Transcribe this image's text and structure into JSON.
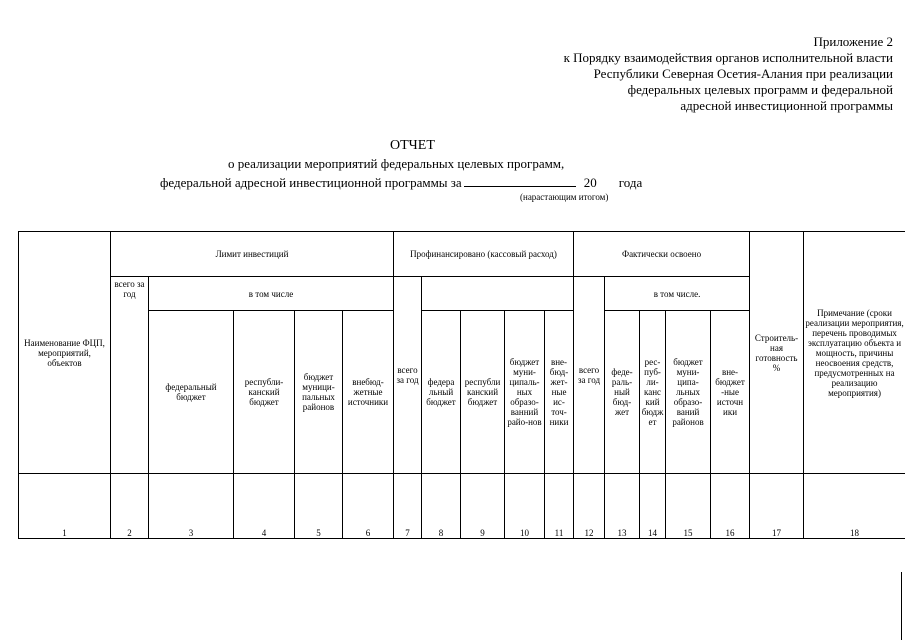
{
  "appendix": {
    "lines": [
      "Приложение 2",
      "к Порядку взаимодействия органов исполнительной власти",
      "Республики Северная Осетия-Алания при реализации",
      "федеральных целевых программ и федеральной",
      "адресной инвестиционной программы"
    ]
  },
  "title": {
    "main": "ОТЧЕТ",
    "line1": "о реализации мероприятий федеральных целевых программ,",
    "line2_prefix": "федеральной адресной инвестиционной программы за",
    "year_prefix": "20",
    "year_suffix": "года",
    "note": "(нарастающим итогом)"
  },
  "table": {
    "headers": {
      "name": "Наименование ФЦП, мероприятий, объектов",
      "limit": "Лимит инвестиций",
      "financed": "Профинансировано (кассовый расход)",
      "actual": "Фактически освоено",
      "readiness": "Строитель-ная готовность %",
      "note": "Примечание (сроки реализации мероприятия, перечень проводимых эксплуатацию объекта и мощность, причины неосвоения средств, предусмотренных на реализацию мероприятия)",
      "limit_total": "всего за год",
      "limit_incl": "в том числе",
      "limit_fed": "федеральный бюджет",
      "limit_rep": "республи-канский бюджет",
      "limit_mun": "бюджет муници-пальных районов",
      "limit_ext": "внебюд-жетные источники",
      "fin_total": "всего за год",
      "fin_fed": "федера льный бюджет",
      "fin_rep": "республи канский бюджет",
      "fin_mun": "бюджет муни-ципаль-ных образо-ванний райо-нов",
      "fin_ext": "вне-бюд-жет-ные ис-точ-ники",
      "act_total": "всего за год",
      "act_incl": "в том числе.",
      "act_fed": "феде-раль-ный бюд-жет",
      "act_rep": "рес-пуб-ли-канс кий бюдж ет",
      "act_mun": "бюджет муни-ципа-льных образо-ваний районов",
      "act_ext": "вне-бюджет -ные источн ики"
    },
    "column_numbers": [
      "1",
      "2",
      "3",
      "4",
      "5",
      "6",
      "7",
      "8",
      "9",
      "10",
      "11",
      "12",
      "13",
      "14",
      "15",
      "16",
      "17",
      "18"
    ]
  }
}
